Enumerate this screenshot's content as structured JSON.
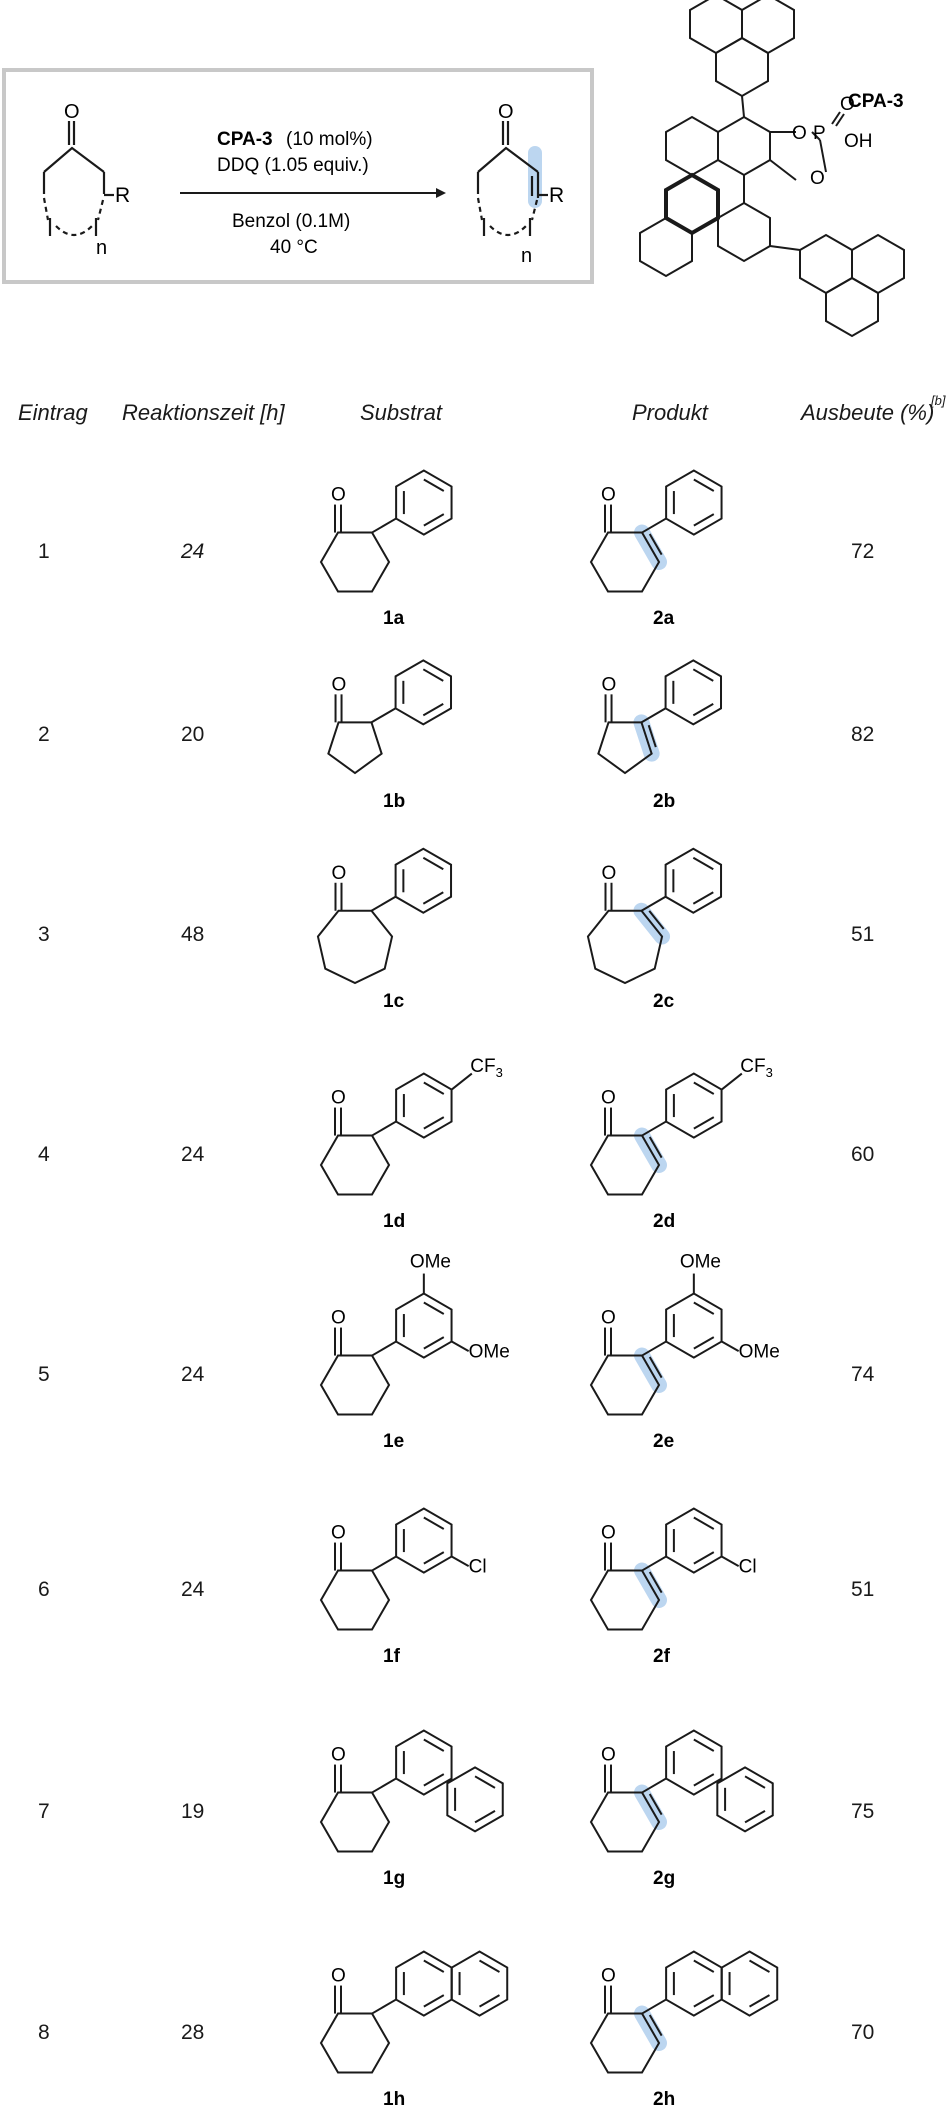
{
  "scheme": {
    "catalyst_bold": "CPA-3",
    "catalyst_load": "(10 mol%)",
    "oxidant": "DDQ (1.05 equiv.)",
    "solvent": "Benzol (0.1M)",
    "temperature": "40 °C",
    "r_label": "R",
    "n_label": "n",
    "o_label": "O",
    "catalyst_name": "CPA-3",
    "acid_labels": {
      "o": "O",
      "p": "P",
      "oh": "OH"
    }
  },
  "table": {
    "headers": [
      "Eintrag",
      "Reaktionszeit [h]",
      "Substrat",
      "Produkt",
      "Ausbeute (%)",
      "[b]"
    ],
    "rows": [
      {
        "entry": "1",
        "time": "24",
        "substrate": "1a",
        "product": "2a",
        "yield": "72",
        "subst": ""
      },
      {
        "entry": "2",
        "time": "20",
        "substrate": "1b",
        "product": "2b",
        "yield": "82",
        "subst": ""
      },
      {
        "entry": "3",
        "time": "48",
        "substrate": "1c",
        "product": "2c",
        "yield": "51",
        "subst": ""
      },
      {
        "entry": "4",
        "time": "24",
        "substrate": "1d",
        "product": "2d",
        "yield": "60",
        "subst": "CF3"
      },
      {
        "entry": "5",
        "time": "24",
        "substrate": "1e",
        "product": "2e",
        "yield": "74",
        "subst": "OMe"
      },
      {
        "entry": "6",
        "time": "24",
        "substrate": "1f",
        "product": "2f",
        "yield": "51",
        "subst": "Cl"
      },
      {
        "entry": "7",
        "time": "19",
        "substrate": "1g",
        "product": "2g",
        "yield": "75",
        "subst": ""
      },
      {
        "entry": "8",
        "time": "28",
        "substrate": "1h",
        "product": "2h",
        "yield": "70",
        "subst": ""
      }
    ]
  },
  "colors": {
    "highlight": "#bcd6f0",
    "line": "#1a1a1a",
    "box": "#c8c8c8"
  }
}
